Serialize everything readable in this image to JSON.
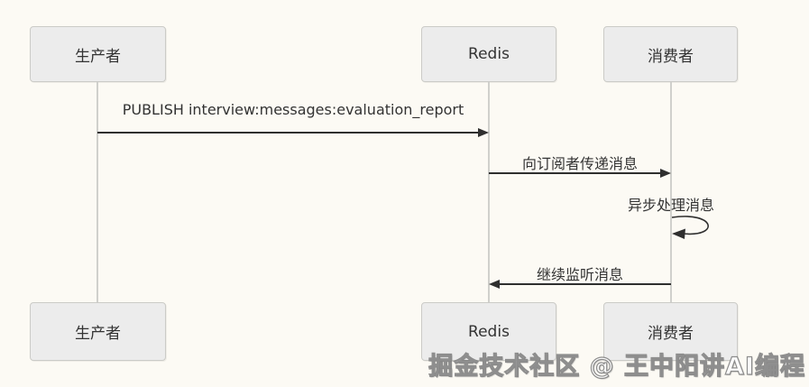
{
  "diagram": {
    "type": "sequence",
    "actors": [
      {
        "id": "producer",
        "label": "生产者"
      },
      {
        "id": "redis",
        "label": "Redis"
      },
      {
        "id": "consumer",
        "label": "消费者"
      }
    ],
    "messages": [
      {
        "from": "producer",
        "to": "redis",
        "label": "PUBLISH interview:messages:evaluation_report",
        "arrow": "solid-right"
      },
      {
        "from": "redis",
        "to": "consumer",
        "label": "向订阅者传递消息",
        "arrow": "solid-right"
      },
      {
        "from": "consumer",
        "to": "consumer",
        "label": "异步处理消息",
        "arrow": "self-loop"
      },
      {
        "from": "consumer",
        "to": "redis",
        "label": "继续监听消息",
        "arrow": "solid-left"
      }
    ],
    "watermark": "掘金技术社区 @ 王中阳讲AI编程",
    "colors": {
      "background": "#FCFAF4",
      "box_fill": "#ECECEC",
      "box_border": "#CBCBC7",
      "text": "#333333",
      "arrow": "#2F2F2F",
      "lifeline": "#D0D0CC"
    }
  }
}
